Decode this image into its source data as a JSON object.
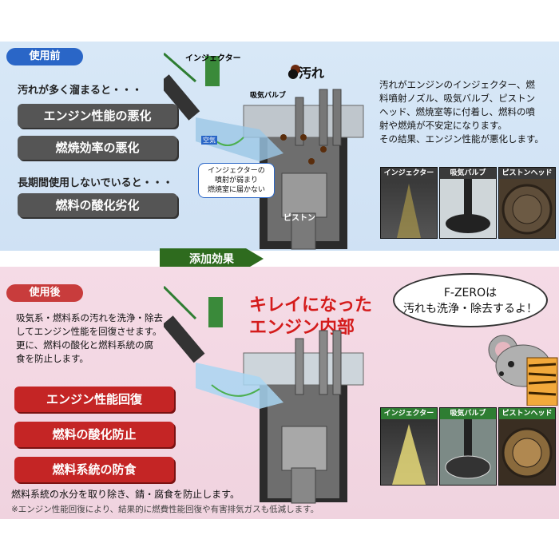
{
  "before": {
    "tag": "使用前",
    "lead1": "汚れが多く溜まると・・・",
    "box1": "エンジン性能の悪化",
    "box2": "燃焼効率の悪化",
    "lead2": "長期間使用しないでいると・・・",
    "box3": "燃料の酸化劣化",
    "injector_label": "インジェクター",
    "intake_valve_label": "吸気バルブ",
    "dirt_label": "●汚れ",
    "intake_air_label": "空気",
    "piston_label": "ピストン",
    "note": [
      "インジェクターの",
      "噴射が弱まり",
      "燃焼室に届かない"
    ],
    "description": [
      "汚れがエンジンのインジェクター、燃",
      "料噴射ノズル、吸気バルブ、ピストン",
      "ヘッド、燃焼室等に付着し、燃料の噴",
      "射や燃焼が不安定になります。",
      "その結果、エンジン性能が悪化します。"
    ],
    "thumbs": [
      "インジェクター",
      "吸気バルブ",
      "ピストンヘッド"
    ]
  },
  "transition": "添加効果",
  "after": {
    "tag": "使用後",
    "headline1": "キレイになった",
    "headline2": "エンジン内部",
    "description": [
      "吸気系・燃料系の汚れを洗浄・除去",
      "してエンジン性能を回復させます。",
      "更に、燃料の酸化と燃料系統の腐",
      "食を防止します。"
    ],
    "box1": "エンジン性能回復",
    "box2": "燃料の酸化防止",
    "box3": "燃料系統の防食",
    "bubble1": "F-ZEROは",
    "bubble2": "汚れも洗浄・除去するよ！",
    "thumbs": [
      "インジェクター",
      "吸気バルブ",
      "ピストンヘッド"
    ]
  },
  "footer1": "燃料系統の水分を取り除き、錆・腐食を防止します。",
  "footer2": "※エンジン性能回復により、結果的に燃費性能回復や有害排気ガスも低減します。"
}
